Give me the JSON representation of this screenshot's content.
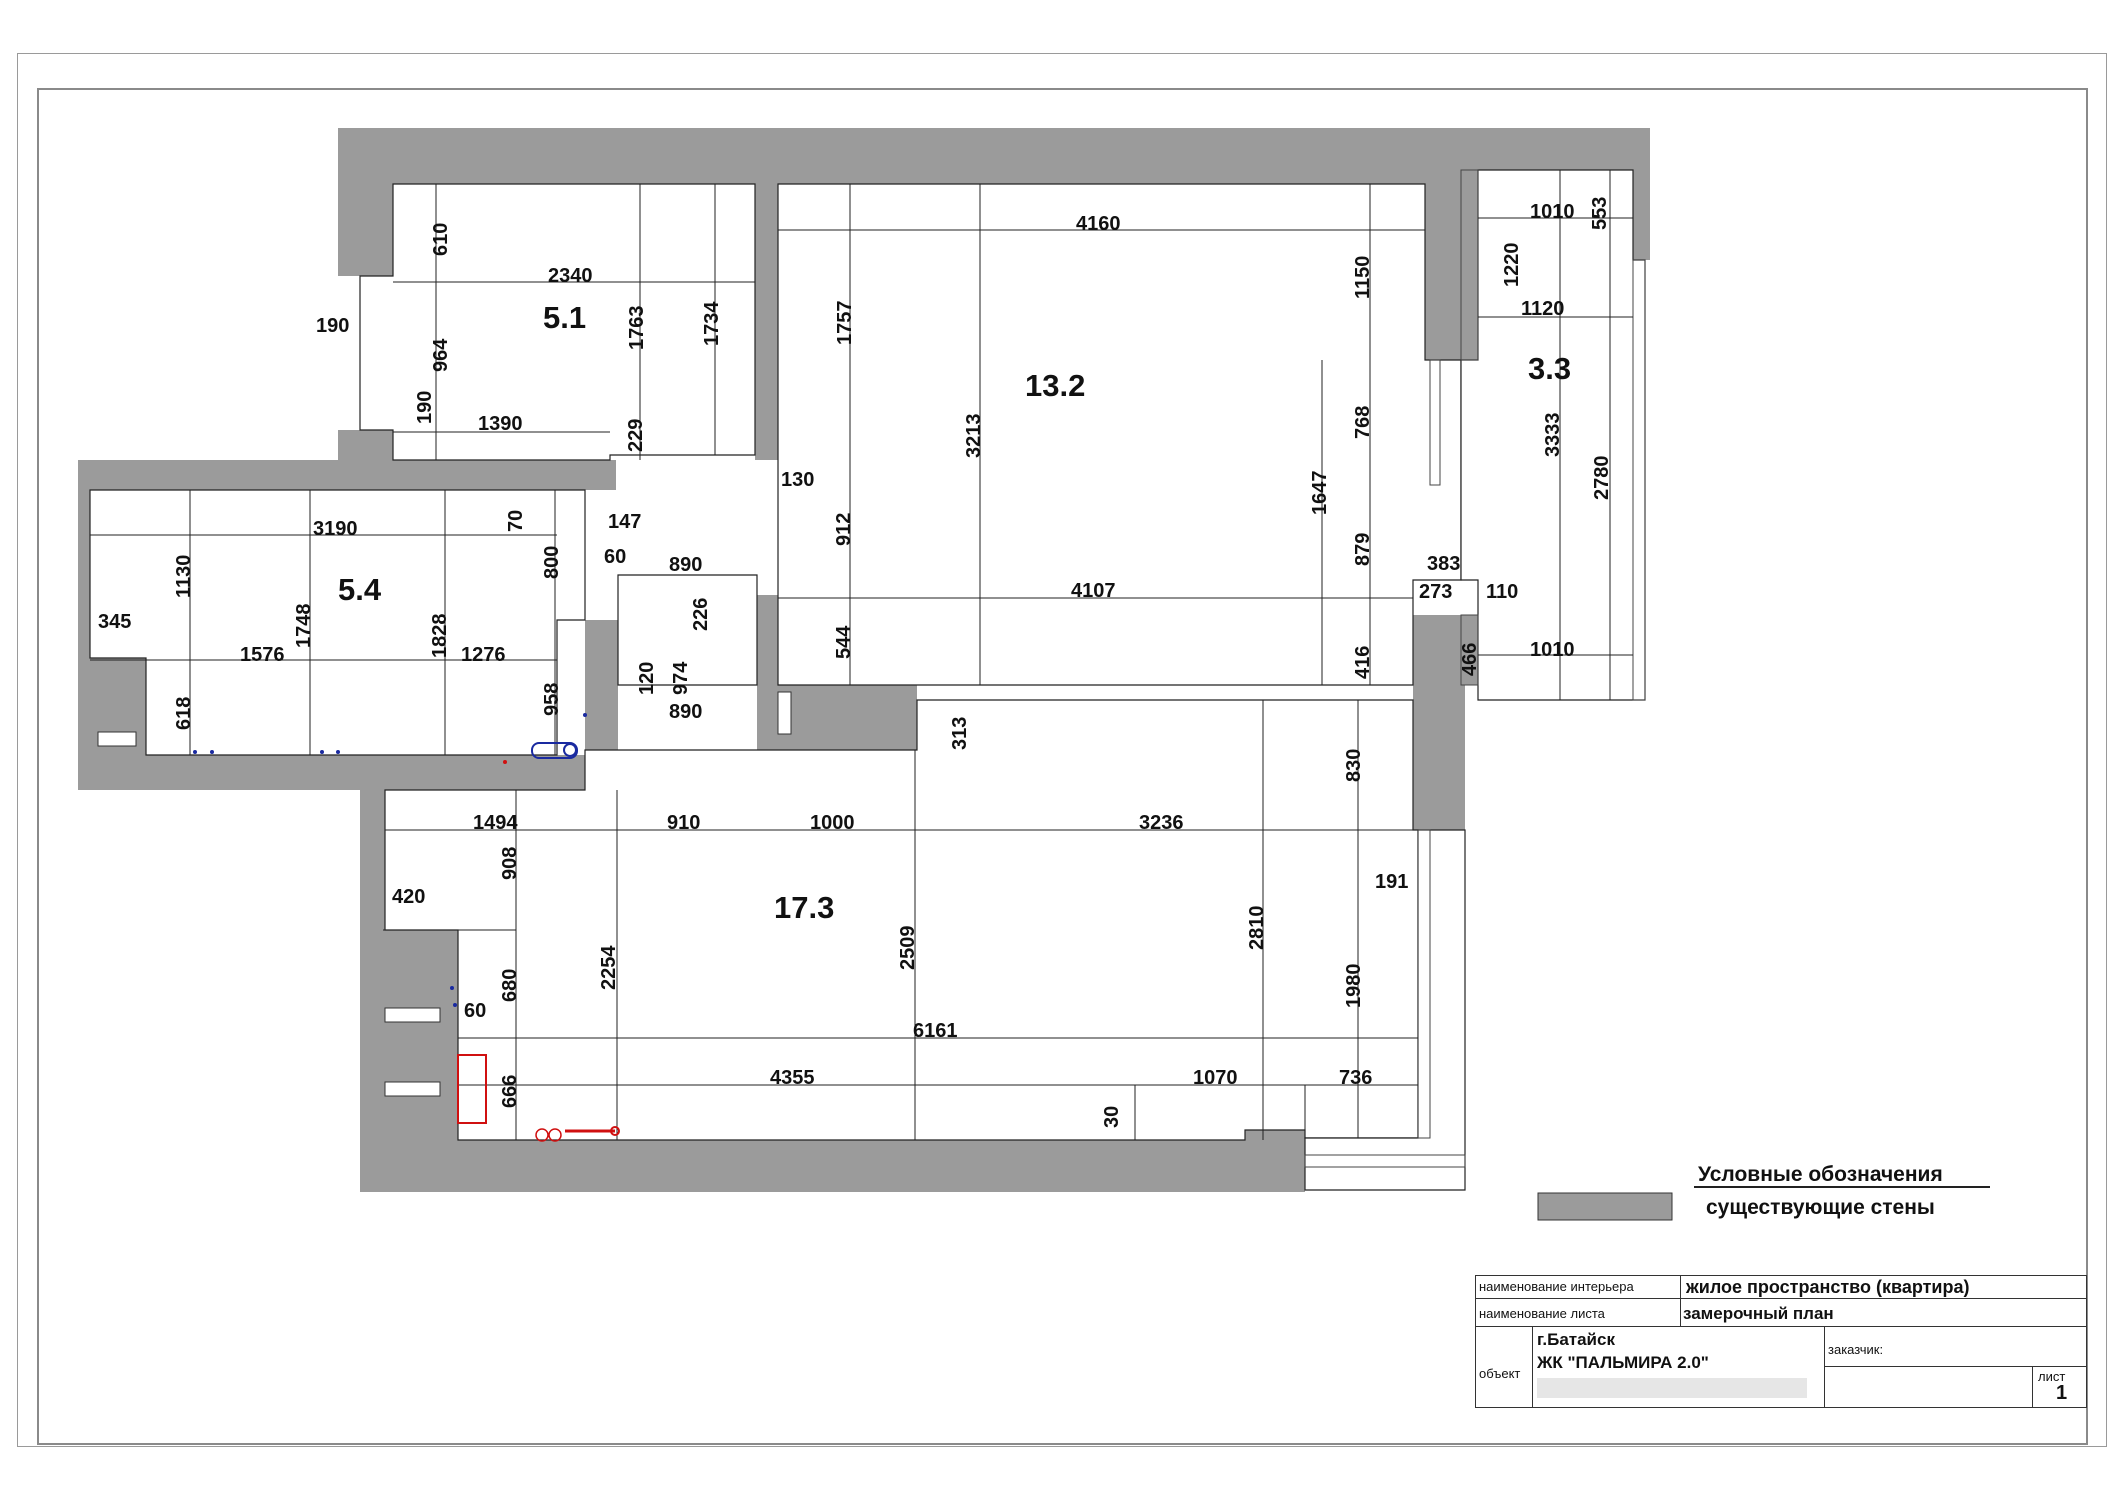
{
  "rooms": {
    "r51": "5.1",
    "r54": "5.4",
    "r132": "13.2",
    "r33": "3.3",
    "r173": "17.3"
  },
  "dims": {
    "d2340": "2340",
    "d610": "610",
    "d190a": "190",
    "d964": "964",
    "d190b": "190",
    "d1390": "1390",
    "d1763": "1763",
    "d1734": "1734",
    "d229": "229",
    "d1757": "1757",
    "d130": "130",
    "d4160": "4160",
    "d3213": "3213",
    "d1150": "1150",
    "d768": "768",
    "d1647": "1647",
    "d879": "879",
    "d416": "416",
    "d4107": "4107",
    "d912": "912",
    "d544": "544",
    "d1010a": "1010",
    "d553": "553",
    "d1220": "1220",
    "d1120": "1120",
    "d3333": "3333",
    "d2780": "2780",
    "d383": "383",
    "d273": "273",
    "d110": "110",
    "d466": "466",
    "d1010b": "1010",
    "d3190": "3190",
    "d70": "70",
    "d147": "147",
    "d1130": "1130",
    "d1748": "1748",
    "d1828": "1828",
    "d800": "800",
    "d60a": "60",
    "d890a": "890",
    "d226": "226",
    "d345": "345",
    "d1576": "1576",
    "d1276": "1276",
    "d120": "120",
    "d974": "974",
    "d958": "958",
    "d890b": "890",
    "d618": "618",
    "d313": "313",
    "d830": "830",
    "d1494": "1494",
    "d910": "910",
    "d1000": "1000",
    "d3236": "3236",
    "d908": "908",
    "d420": "420",
    "d191": "191",
    "d2254": "2254",
    "d2509": "2509",
    "d2810": "2810",
    "d680": "680",
    "d60b": "60",
    "d1980": "1980",
    "d6161": "6161",
    "d666": "666",
    "d4355": "4355",
    "d1070": "1070",
    "d736": "736",
    "d30": "30"
  },
  "legend": {
    "title": "Условные обозначения",
    "walls": "существующие стены"
  },
  "title_block": {
    "interior_label": "наименование интерьера",
    "interior_value": "жилое пространство (квартира)",
    "sheet_label": "наименование листа",
    "sheet_value": "замерочный план",
    "object_label": "объект",
    "city": "г.Батайск",
    "complex": "ЖК \"ПАЛЬМИРА 2.0\"",
    "client_label": "заказчик:",
    "page_label": "лист",
    "page_number": "1"
  },
  "colors": {
    "wall": "#9b9b9b",
    "line": "#222222",
    "fixture_red": "#d01010",
    "fixture_blue": "#1a2aa0"
  }
}
